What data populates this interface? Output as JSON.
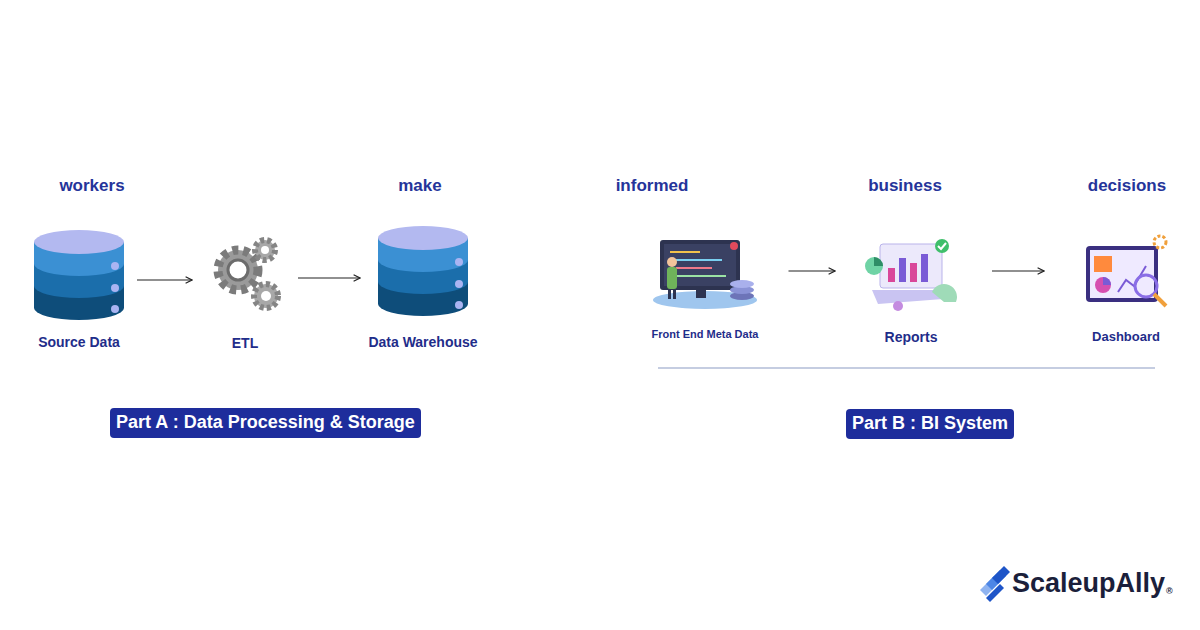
{
  "diagram": {
    "nodes": [
      {
        "text": [
          "Source Data"
        ]
      },
      {
        "text": [
          "ETL"
        ]
      },
      {
        "text": [
          "Data Warehouse"
        ]
      },
      {
        "text": [
          "Front End Meta Data"
        ]
      },
      {
        "text": [
          "Reports"
        ]
      },
      {
        "text": [
          "Dashboard"
        ]
      },
      {
        "text": [
          "Part A : Data Processing & Storage"
        ]
      },
      {
        "text": [
          "Part B : BI System"
        ]
      }
    ],
    "edges": [
      {
        "from": 0,
        "to": 1,
        "arrow": "to"
      },
      {
        "from": 1,
        "to": 2,
        "arrow": "to"
      },
      {
        "from": 3,
        "to": 4,
        "arrow": "to"
      },
      {
        "from": 4,
        "to": 5,
        "arrow": "to"
      }
    ],
    "labels": [
      "workers",
      "make",
      "informed",
      "business",
      "decisions",
      "ScaleupAlly",
      "®"
    ]
  }
}
